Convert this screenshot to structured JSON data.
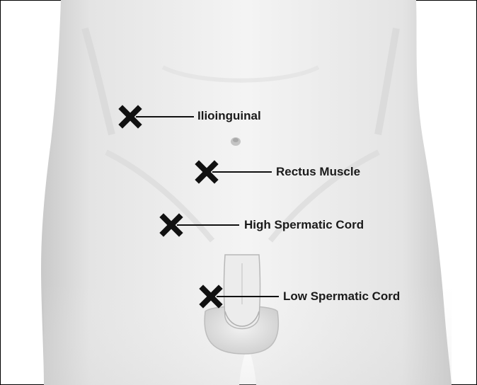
{
  "diagram": {
    "markers": [
      {
        "id": "ilioinguinal",
        "label": "Ilioinguinal"
      },
      {
        "id": "rectus-muscle",
        "label": "Rectus Muscle"
      },
      {
        "id": "high-spermatic-cord",
        "label": "High Spermatic Cord"
      },
      {
        "id": "low-spermatic-cord",
        "label": "Low Spermatic Cord"
      }
    ]
  }
}
